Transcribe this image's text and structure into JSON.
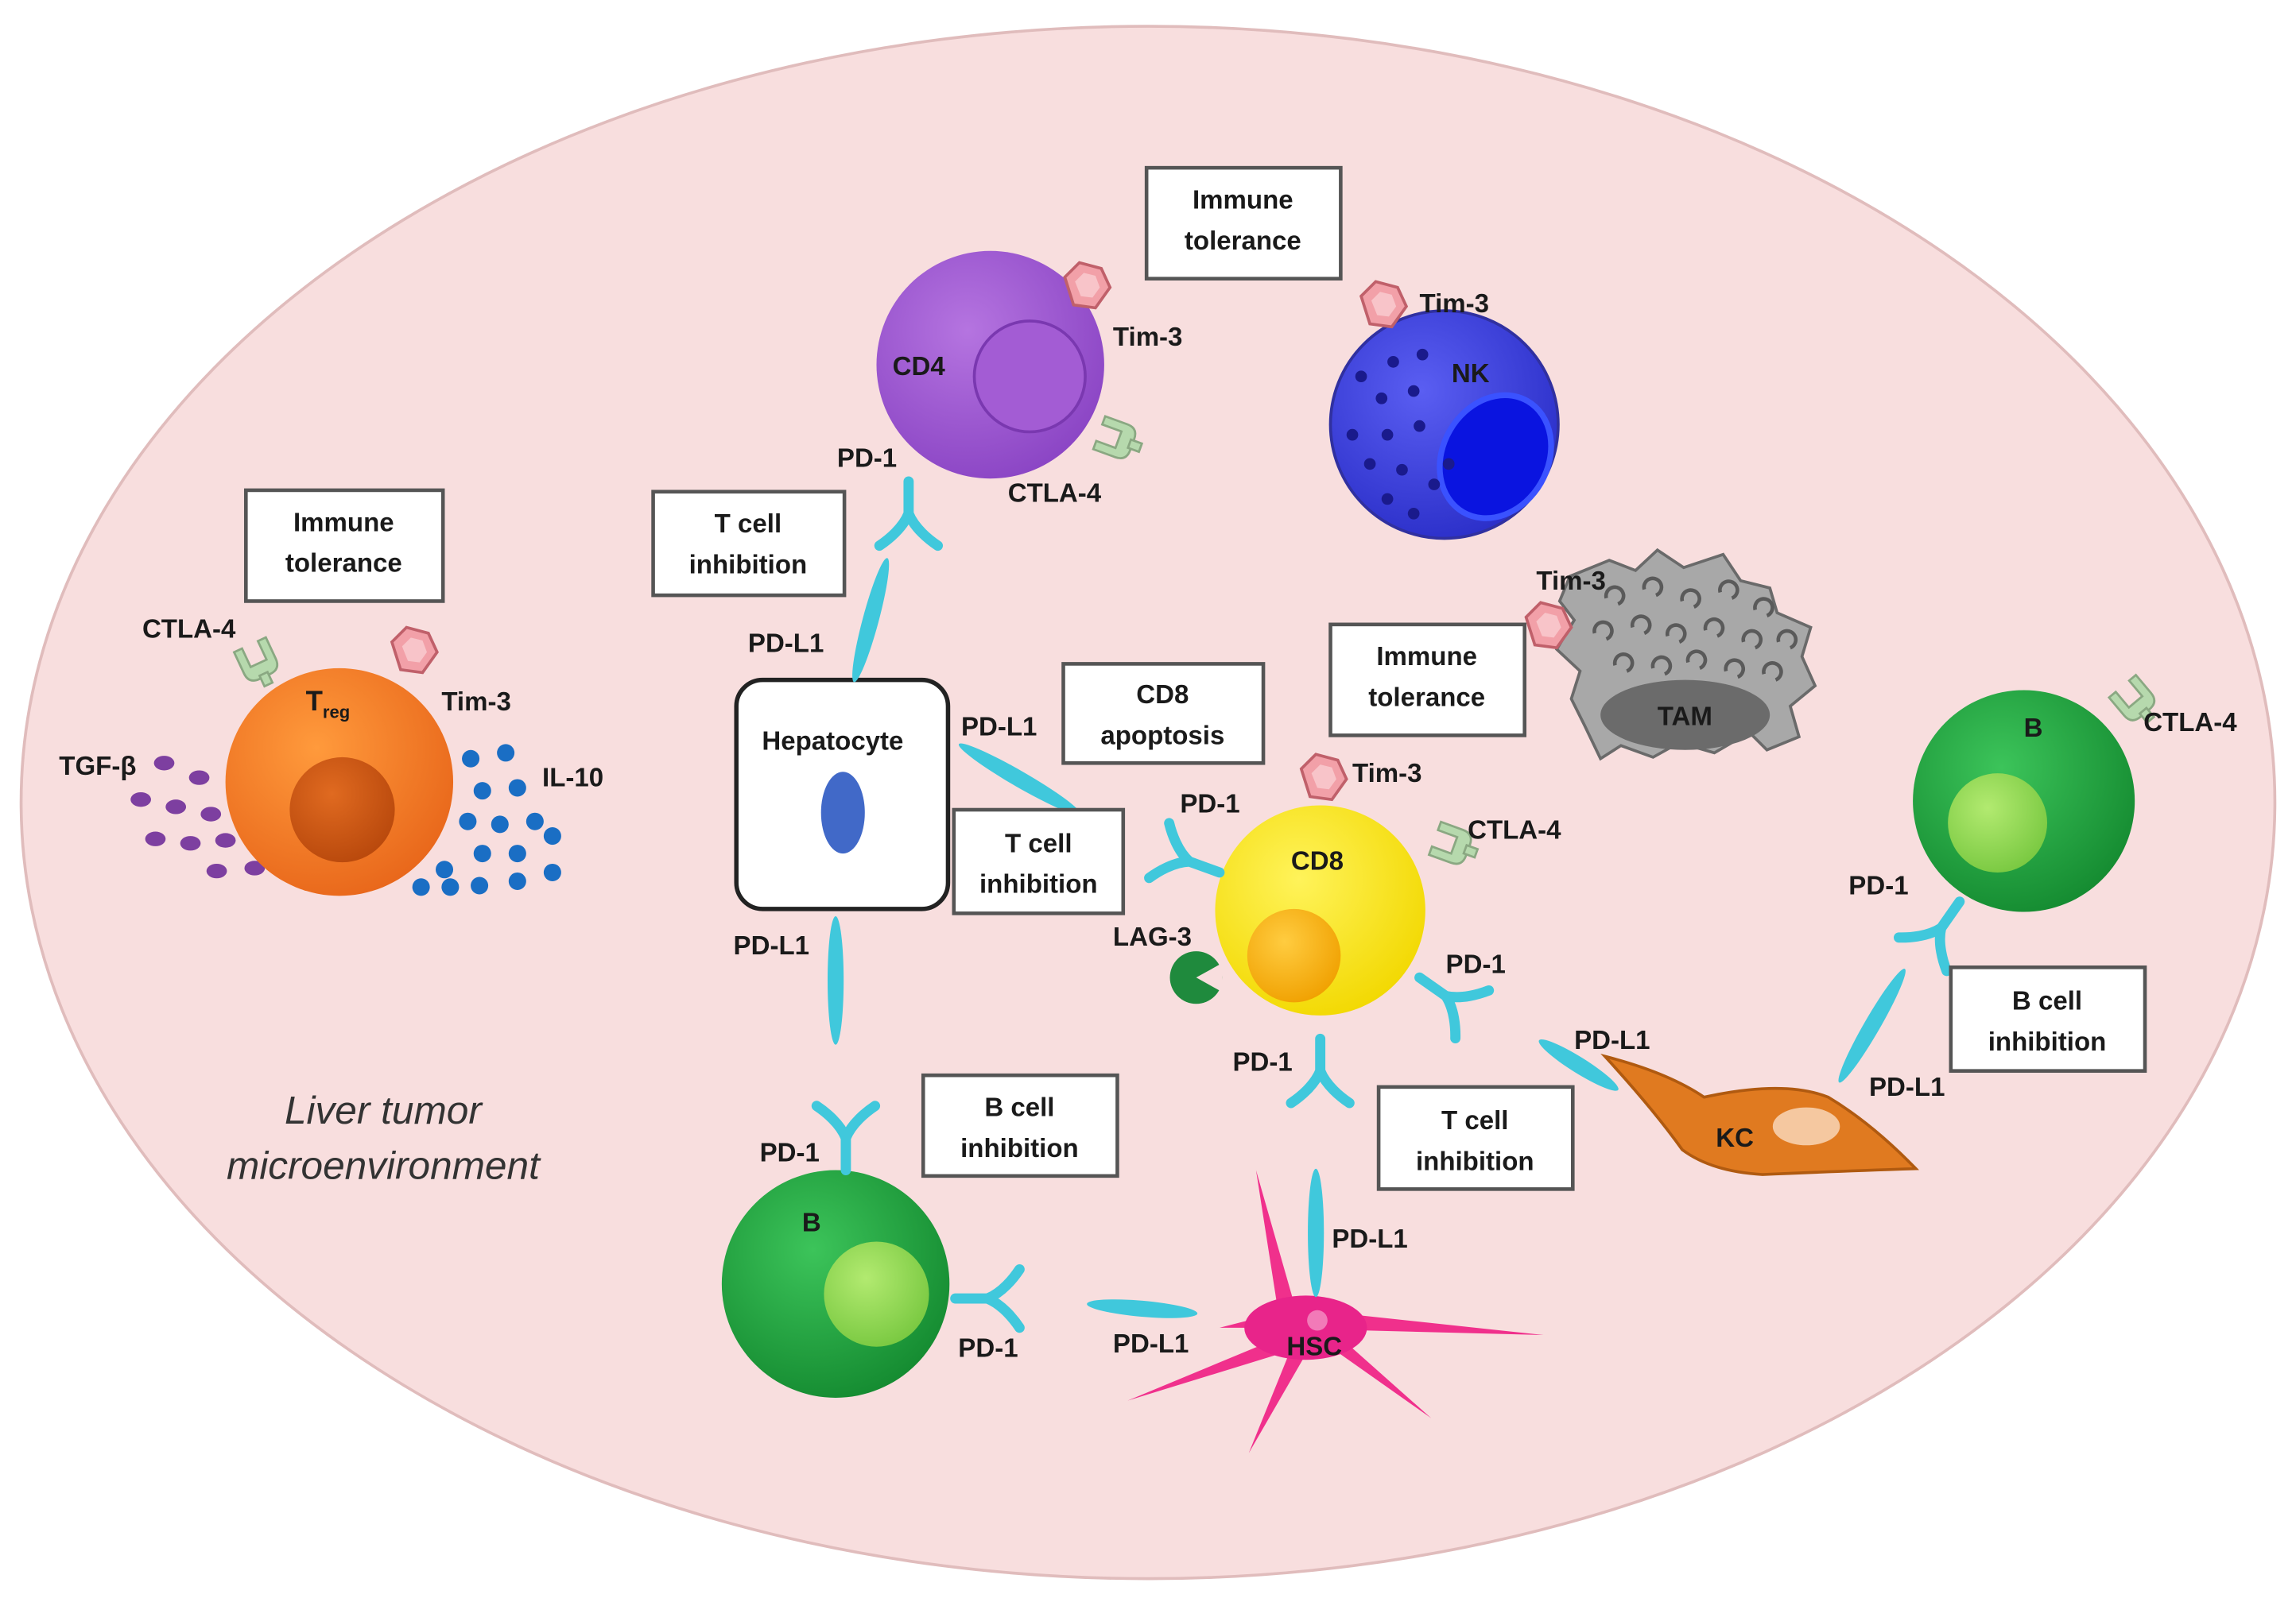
{
  "title": {
    "line1": "Liver tumor",
    "line2": "microenvironment"
  },
  "colors": {
    "background": "#f8dede",
    "receptor": "#40c8dc",
    "ctla4": "#b6d9ad",
    "tim3": "#f2a0a8",
    "lag3": "#1f8a3d"
  },
  "cells": {
    "hepatocyte": "Hepatocyte",
    "cd4": "CD4",
    "nk": "NK",
    "tam": "TAM",
    "cd8": "CD8",
    "kc": "KC",
    "hsc": "HSC",
    "b_left": "B",
    "b_right": "B",
    "treg": "T",
    "treg_sub": "reg"
  },
  "cytokines": {
    "tgfb": "TGF-β",
    "il10": "IL-10"
  },
  "boxes": {
    "treg_tolerance": [
      "Immune",
      "tolerance"
    ],
    "cd4_tolerance": [
      "Immune",
      "tolerance"
    ],
    "tam_tolerance": [
      "Immune",
      "tolerance"
    ],
    "cd4_inhibition": [
      "T cell",
      "inhibition"
    ],
    "cd8_apoptosis": [
      "CD8",
      "apoptosis"
    ],
    "cd8_inhibition": [
      "T cell",
      "inhibition"
    ],
    "hsc_tcell_inhibition": [
      "T cell",
      "inhibition"
    ],
    "b_left_inhibition": [
      "B cell",
      "inhibition"
    ],
    "b_right_inhibition": [
      "B cell",
      "inhibition"
    ]
  },
  "labels": {
    "treg_ctla4": "CTLA-4",
    "treg_tim3": "Tim-3",
    "cd4_tim3": "Tim-3",
    "cd4_pd1": "PD-1",
    "cd4_ctla4": "CTLA-4",
    "nk_tim3": "Tim-3",
    "tam_tim3": "Tim-3",
    "hep_pdl1_top": "PD-L1",
    "hep_pdl1_right": "PD-L1",
    "hep_pdl1_bottom": "PD-L1",
    "cd8_tim3": "Tim-3",
    "cd8_pd1_left": "PD-1",
    "cd8_ctla4": "CTLA-4",
    "cd8_lag3": "LAG-3",
    "cd8_pd1_right": "PD-1",
    "cd8_pd1_bottom": "PD-1",
    "kc_pdl1_left": "PD-L1",
    "kc_pdl1_right": "PD-L1",
    "bright_pd1": "PD-1",
    "bright_ctla4": "CTLA-4",
    "bleft_pd1_top": "PD-1",
    "bleft_pd1_right": "PD-1",
    "hsc_pdl1_left": "PD-L1",
    "hsc_pdl1_top": "PD-L1"
  }
}
